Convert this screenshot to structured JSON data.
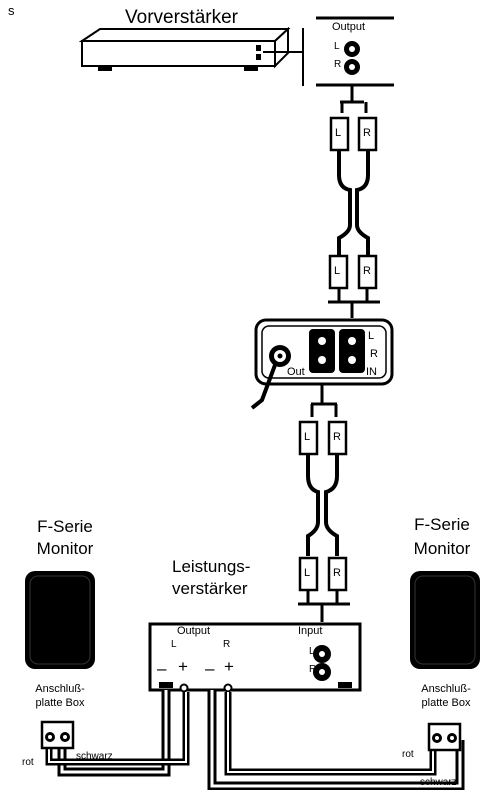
{
  "top_left_fragment": "s",
  "preamp": {
    "title": "Vorverstärker",
    "output_label": "Output",
    "left": "L",
    "right": "R"
  },
  "cable_plugs": {
    "left": "L",
    "right": "R"
  },
  "module": {
    "out": "Out",
    "left": "L",
    "right": "R",
    "input": "IN"
  },
  "power_amp": {
    "title_line1": "Leistungs-",
    "title_line2": "verstärker",
    "output_label": "Output",
    "output_left": "L",
    "output_right": "R",
    "input_label": "Input",
    "input_left": "L",
    "input_right": "R",
    "minus": "–",
    "plus": "+"
  },
  "monitor_left": {
    "line1": "F-Serie",
    "line2": "Monitor",
    "plate_line1": "Anschluß-",
    "plate_line2": "platte Box",
    "red_label": "rot",
    "black_label": "schwarz"
  },
  "monitor_right": {
    "line1": "F-Serie",
    "line2": "Monitor",
    "plate_line1": "Anschluß-",
    "plate_line2": "platte Box",
    "red_label": "rot",
    "black_label": "schwarz"
  }
}
